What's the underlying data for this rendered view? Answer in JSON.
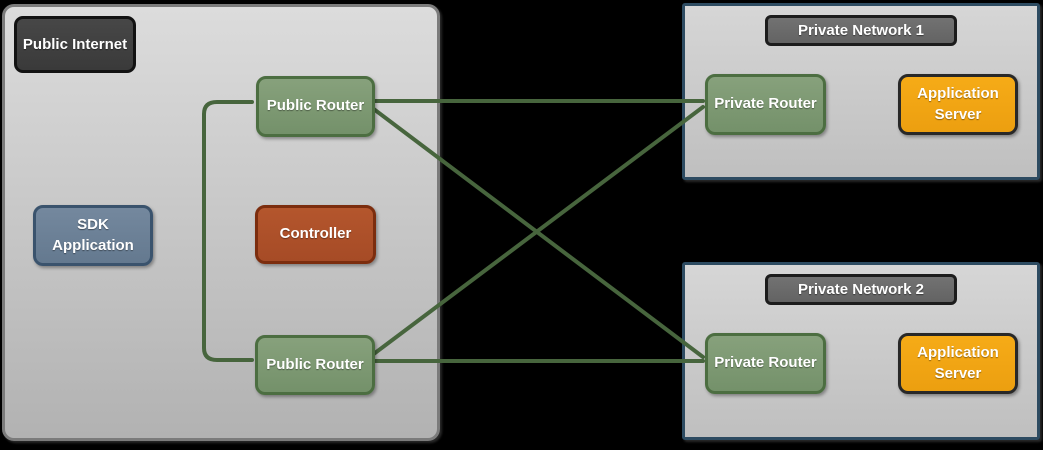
{
  "diagram": {
    "title": "SDK / router network architecture diagram",
    "background_color": "#000000",
    "zones": {
      "public_internet": {
        "label": "Public Internet"
      },
      "private_network_1": {
        "label": "Private Network 1"
      },
      "private_network_2": {
        "label": "Private Network 2"
      }
    },
    "nodes": {
      "sdk_application": {
        "label": "SDK Application",
        "color": "#6a8099",
        "zone": "public_internet"
      },
      "controller": {
        "label": "Controller",
        "color": "#ac4f29",
        "zone": "public_internet"
      },
      "public_router_top": {
        "label": "Public Router",
        "color": "#7d9873",
        "zone": "public_internet"
      },
      "public_router_bottom": {
        "label": "Public Router",
        "color": "#7d9873",
        "zone": "public_internet"
      },
      "private_router_1": {
        "label": "Private Router",
        "color": "#7d9873",
        "zone": "private_network_1"
      },
      "application_server_1": {
        "label": "Application Server",
        "color": "#f2a313",
        "zone": "private_network_1"
      },
      "private_router_2": {
        "label": "Private Router",
        "color": "#7d9873",
        "zone": "private_network_2"
      },
      "application_server_2": {
        "label": "Application Server",
        "color": "#f2a313",
        "zone": "private_network_2"
      }
    },
    "connections": [
      {
        "from": "public_router_top",
        "to": "public_router_bottom",
        "style": "left-bracket"
      },
      {
        "from": "public_router_top",
        "to": "private_router_1",
        "style": "straight"
      },
      {
        "from": "public_router_top",
        "to": "private_router_2",
        "style": "straight"
      },
      {
        "from": "public_router_bottom",
        "to": "private_router_1",
        "style": "straight"
      },
      {
        "from": "public_router_bottom",
        "to": "private_router_2",
        "style": "straight"
      }
    ],
    "colors": {
      "connector": "#47653d",
      "public_zone_border": "#7b7b7b",
      "private_zone_border": "#2d4b61",
      "badge_dark_fill": "#3f3f3f",
      "badge_gray_fill": "#6a6a6a"
    }
  }
}
